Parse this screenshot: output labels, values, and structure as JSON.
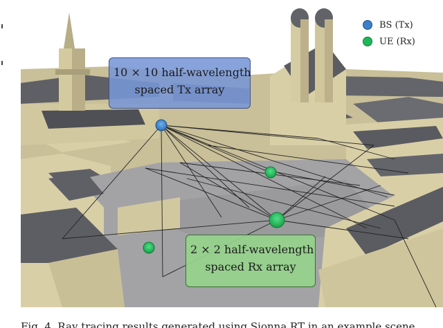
{
  "figure": {
    "tx_label_line1": "10 × 10 half-wavelength",
    "tx_label_line2": "spaced Tx array",
    "rx_label_line1": "2 × 2 half-wavelength",
    "rx_label_line2": "spaced Rx array",
    "legend": [
      {
        "label": "BS (Tx)",
        "color": "#3c7fc8"
      },
      {
        "label": "UE (Rx)",
        "color": "#1fb858"
      }
    ],
    "caption": "Fig. 4.   Ray tracing results generated using Sionna RT in an example scene"
  },
  "colors": {
    "building": "#d9cfa7",
    "building_shade": "#b9ae88",
    "roof_dark": "#5f6066",
    "ground": "#a3a3a6",
    "ground_dark": "#8e8e92",
    "tx": "#3c7fc8",
    "rx": "#1fb858"
  }
}
